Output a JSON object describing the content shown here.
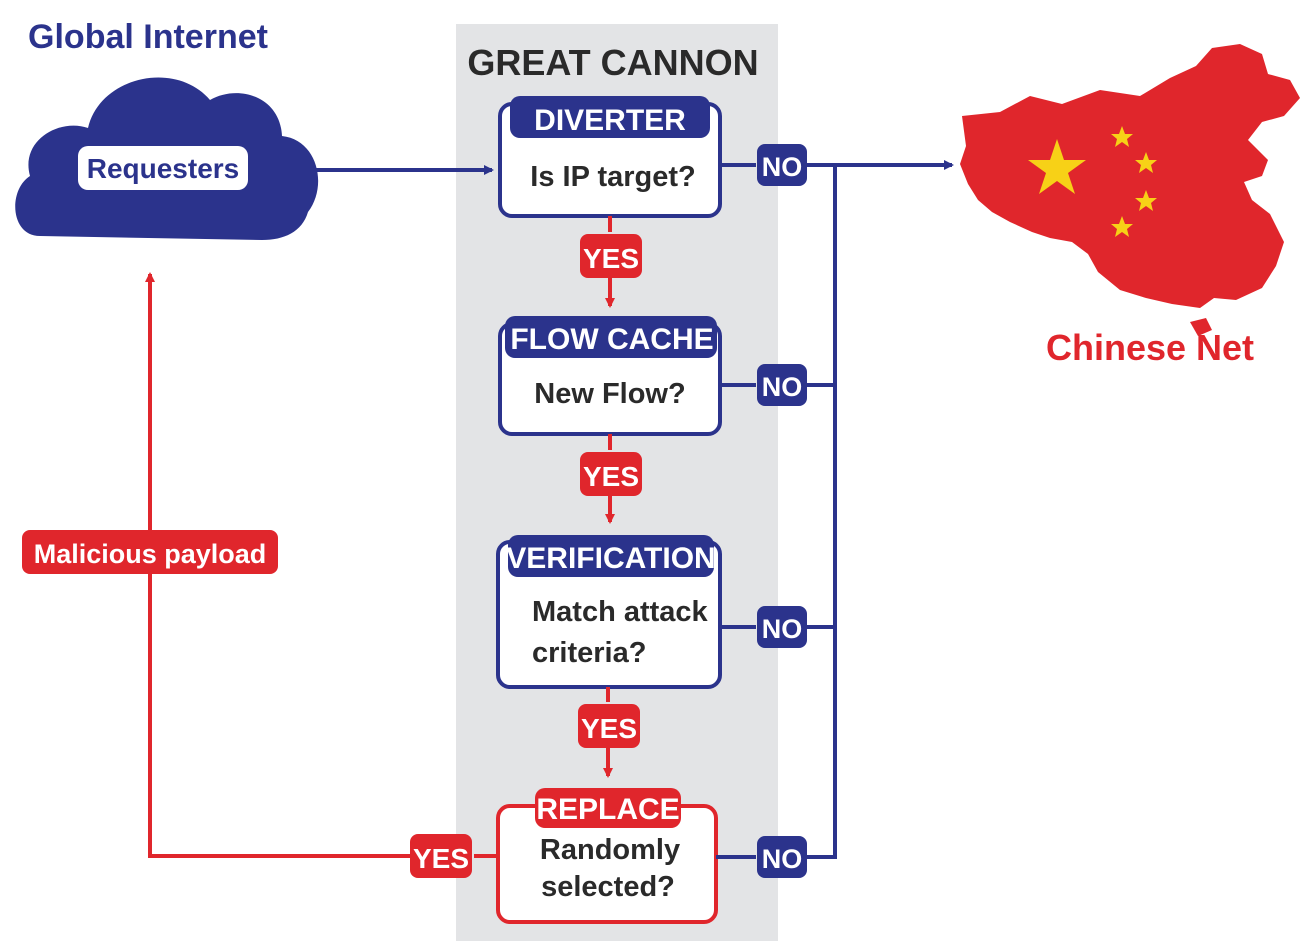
{
  "left": {
    "title": "Global Internet",
    "cloud_label": "Requesters",
    "payload_label": "Malicious payload"
  },
  "center": {
    "title": "GREAT CANNON",
    "steps": [
      {
        "header": "DIVERTER",
        "question": [
          "Is IP target?"
        ]
      },
      {
        "header": "FLOW CACHE",
        "question": [
          "New Flow?"
        ]
      },
      {
        "header": "VERIFICATION",
        "question": [
          "Match attack",
          "criteria?"
        ]
      },
      {
        "header": "REPLACE",
        "question": [
          "Randomly",
          "selected?"
        ]
      }
    ],
    "yes": "YES",
    "no": "NO"
  },
  "right": {
    "title": "Chinese Net"
  },
  "colors": {
    "navy": "#2b338c",
    "red": "#e0262c",
    "panel": "#e3e4e6",
    "star": "#f7d117"
  }
}
